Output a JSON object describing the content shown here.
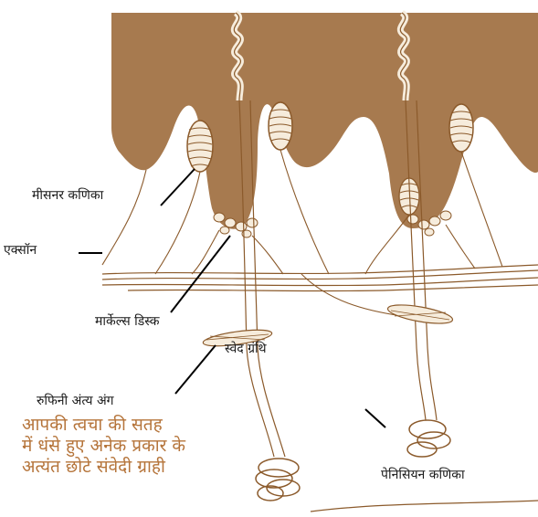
{
  "labels": {
    "meissner": "मीसनर कणिका",
    "axon": "एक्सॉन",
    "merkel": "मार्केल्स डिस्क",
    "sweat_gland": "स्वेद ग्रंथि",
    "ruffini": "रुफिनी अंत्य अंग",
    "pacinian": "पेनिसियन कणिका"
  },
  "caption": {
    "line1": "आपकी त्वचा की सतह",
    "line2": "में धंसे हुए अनेक प्रकार के",
    "line3": "अत्यंत छोटे संवेदी ग्राही"
  },
  "colors": {
    "epidermis": "#a77a4f",
    "nerve_stroke": "#8b5a2b",
    "caption_text": "#b5743a",
    "label_text": "#1a1a1a"
  }
}
